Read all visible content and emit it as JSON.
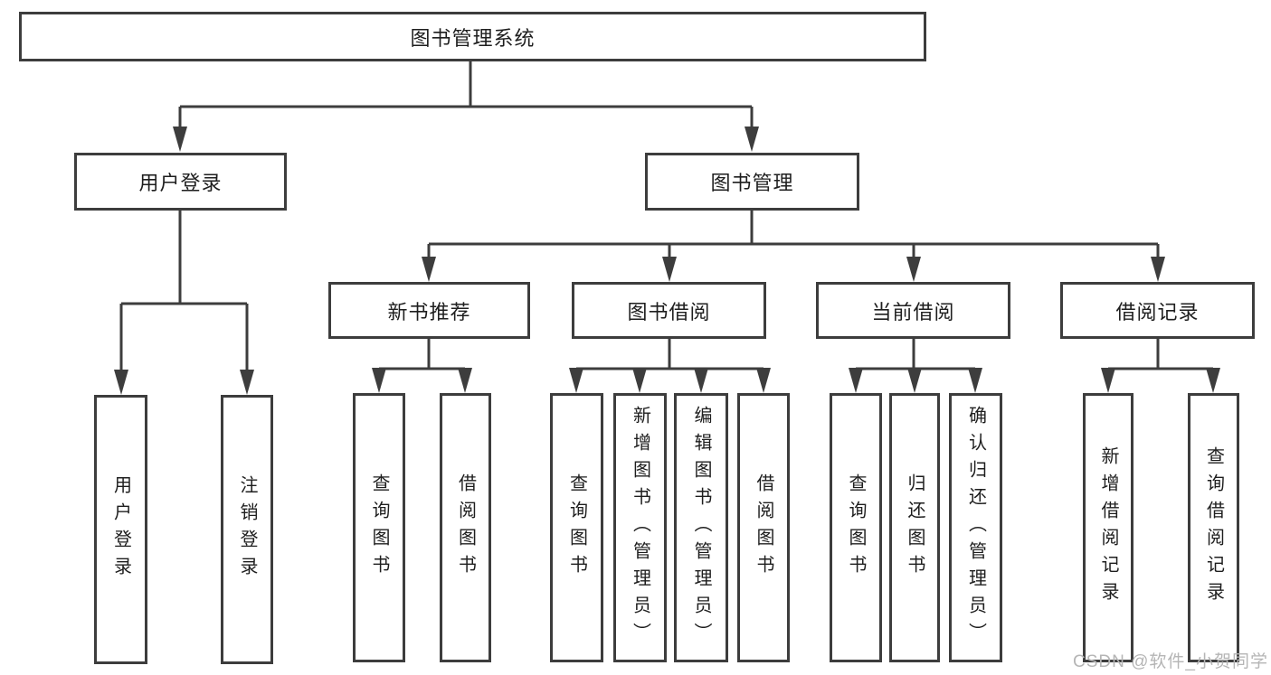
{
  "tree": {
    "label": "图书管理系统",
    "children": [
      {
        "label": "用户登录",
        "children": [
          {
            "label": "用户登录"
          },
          {
            "label": "注销登录"
          }
        ]
      },
      {
        "label": "图书管理",
        "children": [
          {
            "label": "新书推荐",
            "children": [
              {
                "label": "查询图书"
              },
              {
                "label": "借阅图书"
              }
            ]
          },
          {
            "label": "图书借阅",
            "children": [
              {
                "label": "查询图书"
              },
              {
                "label": "新增图书（管理员）"
              },
              {
                "label": "编辑图书（管理员）"
              },
              {
                "label": "借阅图书"
              }
            ]
          },
          {
            "label": "当前借阅",
            "children": [
              {
                "label": "查询图书"
              },
              {
                "label": "归还图书"
              },
              {
                "label": "确认归还（管理员）"
              }
            ]
          },
          {
            "label": "借阅记录",
            "children": [
              {
                "label": "新增借阅记录"
              },
              {
                "label": "查询借阅记录"
              }
            ]
          }
        ]
      }
    ]
  },
  "watermark": {
    "text": "CSDN @软件_小贺同学"
  },
  "colors": {
    "line": "#3d3d3d",
    "text": "#1e1e1e",
    "watermark": "#b5b5b5",
    "background": "#ffffff"
  }
}
